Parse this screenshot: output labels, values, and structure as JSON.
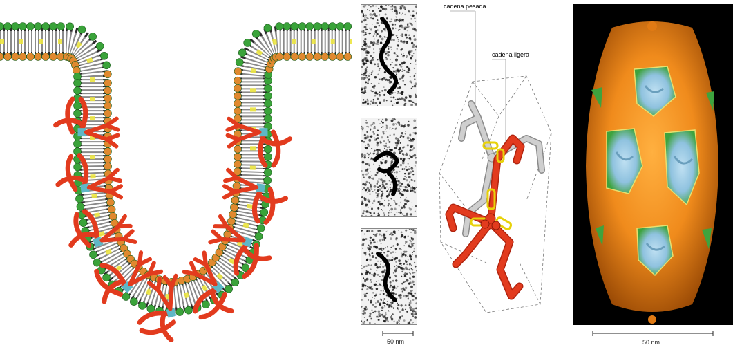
{
  "schematic": {
    "heavy_chain_label": "cadena pesada",
    "light_chain_label": "cadena ligera"
  },
  "scale_bars": {
    "micrograph": "50 nm",
    "cryoem": "50 nm"
  },
  "colors": {
    "clathrin": "#e23b1e",
    "adaptor": "#5fb7c6",
    "lipid_head_green": "#3aa33a",
    "lipid_head_orange": "#e0892f",
    "lipid_tail_yellow": "#ece640",
    "cage_orange": "#f08b1c",
    "inner_green": "#3ea33e",
    "inner_blue": "#8fc2df",
    "gray_chain": "#c8c8c8"
  }
}
